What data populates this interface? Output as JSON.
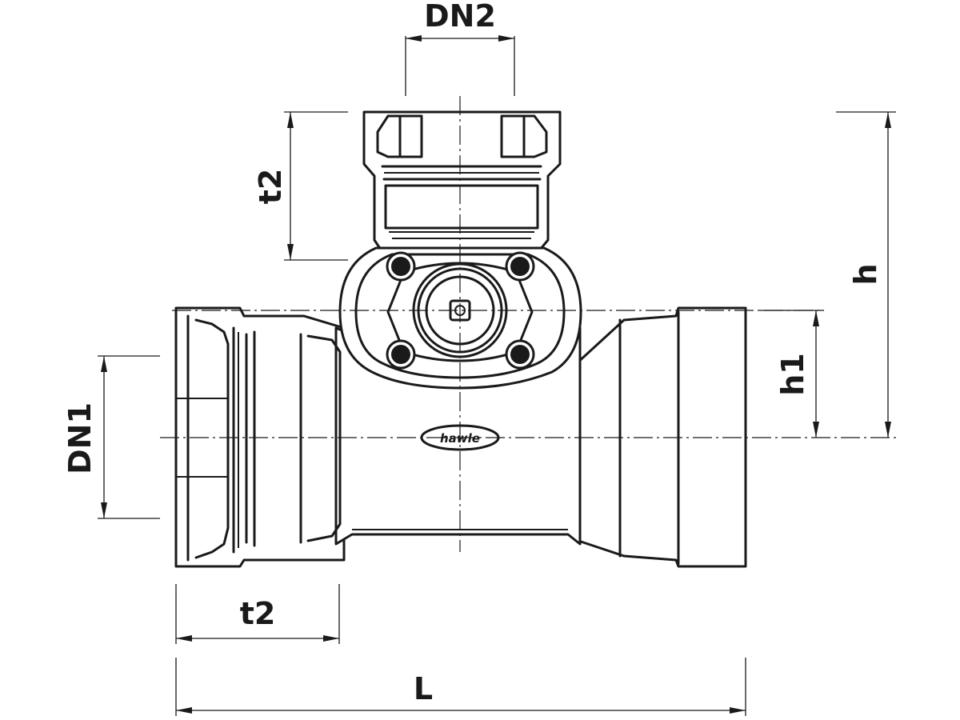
{
  "dimensions": {
    "dn1": "DN1",
    "dn2": "DN2",
    "t2_top": "t2",
    "t2_bottom": "t2",
    "h": "h",
    "h1": "h1",
    "l": "L"
  },
  "logo": {
    "text": "hawle"
  },
  "colors": {
    "line": "#1a1a1a",
    "background": "#ffffff"
  }
}
